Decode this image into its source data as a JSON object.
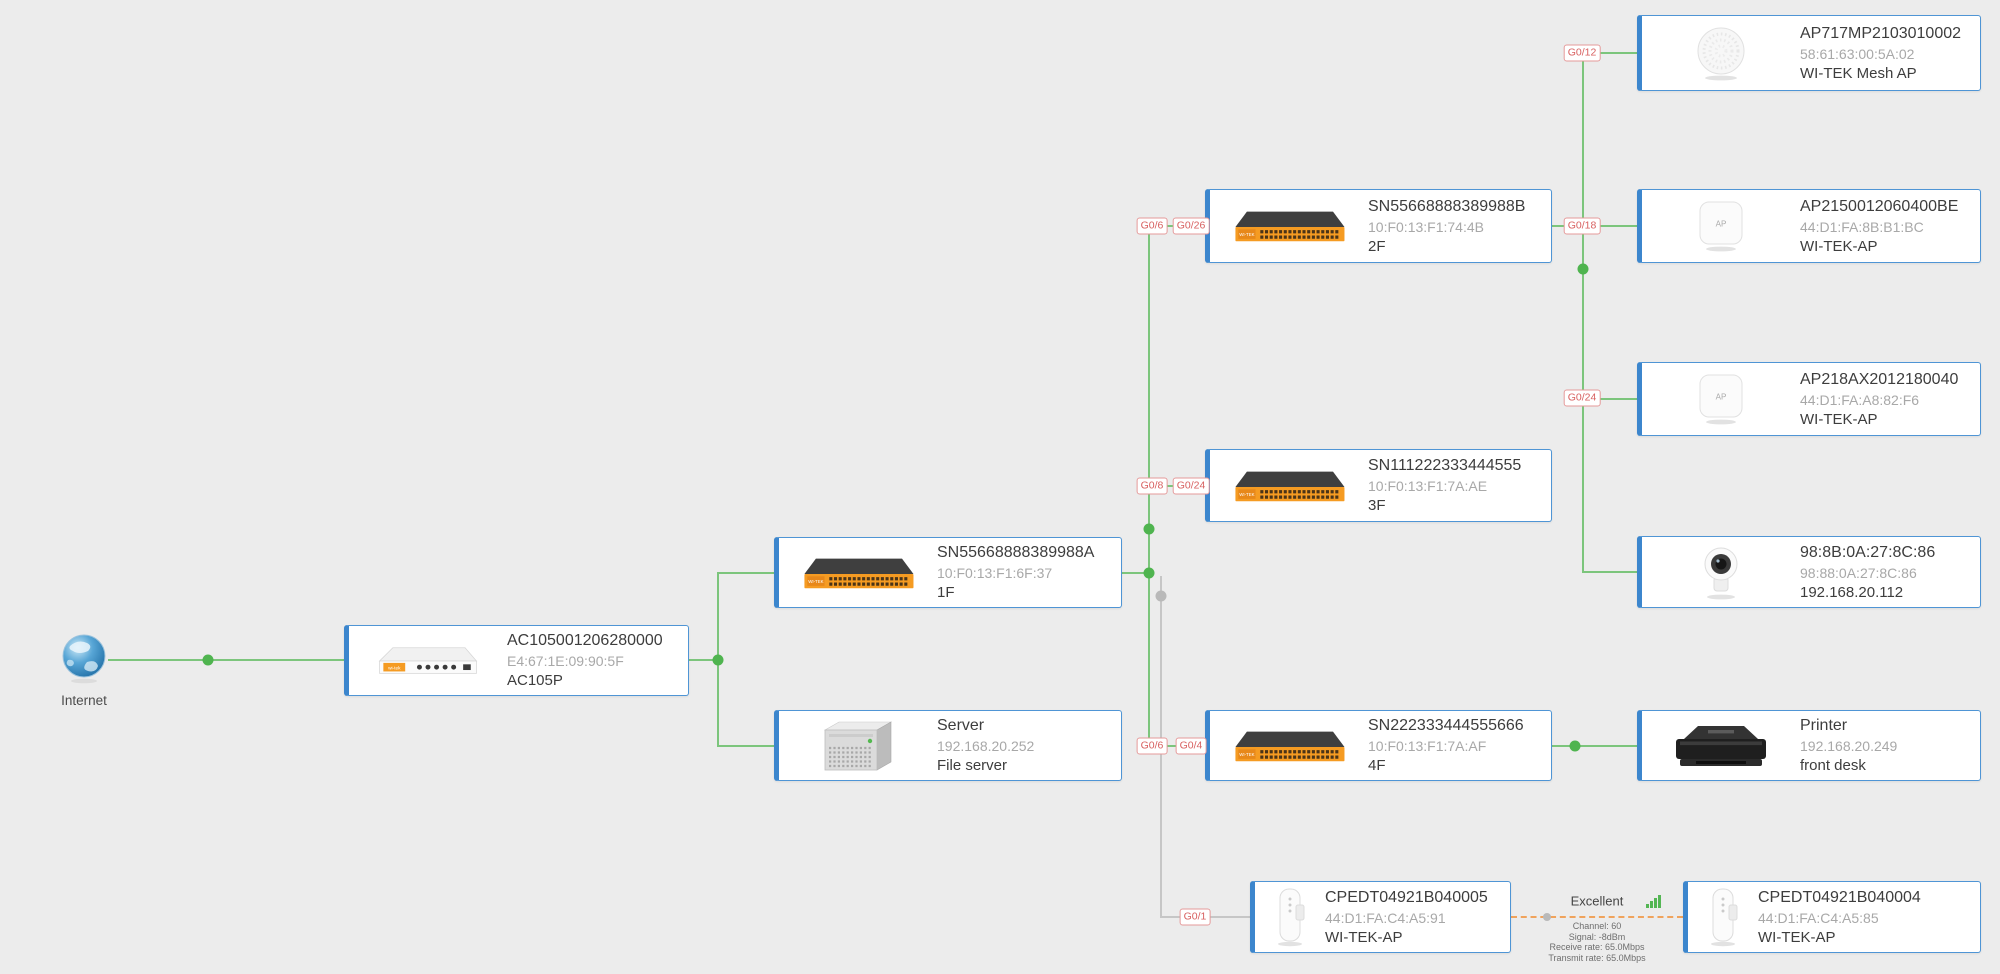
{
  "canvas": {
    "bg": "#ececec",
    "accent_blue": "#3c86cd",
    "line_green": "#7cc57c",
    "line_gray": "#c6c6c6",
    "dashed_orange": "#f0a35c",
    "port_red": "#d86060"
  },
  "internet": {
    "label": "Internet"
  },
  "devices": [
    {
      "id": "router",
      "title": "AC105001206280000",
      "line2": "E4:67:1E:09:90:5F",
      "line3": "AC105P",
      "icon": "router-icon"
    },
    {
      "id": "switch-1f",
      "title": "SN55668888389988A",
      "line2": "10:F0:13:F1:6F:37",
      "line3": "1F",
      "icon": "switch-icon"
    },
    {
      "id": "server",
      "title": "Server",
      "line2": "192.168.20.252",
      "line3": "File server",
      "icon": "server-icon"
    },
    {
      "id": "switch-2f",
      "title": "SN55668888389988B",
      "line2": "10:F0:13:F1:74:4B",
      "line3": "2F",
      "icon": "switch-icon"
    },
    {
      "id": "switch-3f",
      "title": "SN111222333444555",
      "line2": "10:F0:13:F1:7A:AE",
      "line3": "3F",
      "icon": "switch-icon"
    },
    {
      "id": "switch-4f",
      "title": "SN222333444555666",
      "line2": "10:F0:13:F1:7A:AF",
      "line3": "4F",
      "icon": "switch-icon"
    },
    {
      "id": "cpe-left",
      "title": "CPEDT04921B040005",
      "line2": "44:D1:FA:C4:A5:91",
      "line3": "WI-TEK-AP",
      "icon": "cpe-icon"
    },
    {
      "id": "mesh-ap",
      "title": "AP717MP2103010002",
      "line2": "58:61:63:00:5A:02",
      "line3": "WI-TEK Mesh AP",
      "icon": "mesh-ap-icon"
    },
    {
      "id": "ap-2f",
      "title": "AP2150012060400BE",
      "line2": "44:D1:FA:8B:B1:BC",
      "line3": "WI-TEK-AP",
      "icon": "ap-icon"
    },
    {
      "id": "ap-3f",
      "title": "AP218AX2012180040",
      "line2": "44:D1:FA:A8:82:F6",
      "line3": "WI-TEK-AP",
      "icon": "ap-icon"
    },
    {
      "id": "camera",
      "title": "98:8B:0A:27:8C:86",
      "line2": "98:88:0A:27:8C:86",
      "line3": "192.168.20.112",
      "icon": "camera-icon"
    },
    {
      "id": "printer",
      "title": "Printer",
      "line2": "192.168.20.249",
      "line3": "front desk",
      "icon": "printer-icon"
    },
    {
      "id": "cpe-right",
      "title": "CPEDT04921B040004",
      "line2": "44:D1:FA:C4:A5:85",
      "line3": "WI-TEK-AP",
      "icon": "cpe-icon"
    }
  ],
  "ports": [
    {
      "label": "G0/12"
    },
    {
      "label": "G0/6"
    },
    {
      "label": "G0/26"
    },
    {
      "label": "G0/18"
    },
    {
      "label": "G0/24"
    },
    {
      "label": "G0/8"
    },
    {
      "label": "G0/24"
    },
    {
      "label": "G0/6"
    },
    {
      "label": "G0/4"
    },
    {
      "label": "G0/1"
    }
  ],
  "wireless": {
    "quality": "Excellent",
    "details": [
      "Channel: 60",
      "Signal: -8dBm",
      "Receive rate: 65.0Mbps",
      "Transmit rate: 65.0Mbps"
    ]
  }
}
